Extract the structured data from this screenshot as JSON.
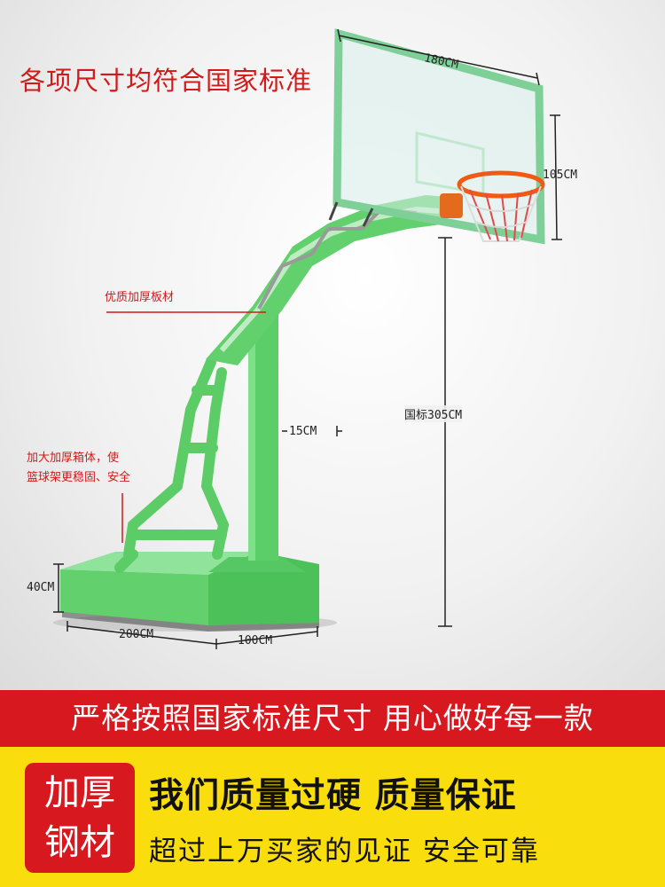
{
  "headline": "各项尺寸均符合国家标准",
  "callouts": {
    "board_material": "优质加厚板材",
    "box_line1": "加大加厚箱体，使",
    "box_line2": "篮球架更稳固、安全"
  },
  "dimensions": {
    "backboard_width": "180CM",
    "backboard_height": "105CM",
    "rim_height": "国标305CM",
    "pole_width": "15CM",
    "base_height": "40CM",
    "base_length": "200CM",
    "base_width": "100CM"
  },
  "banner": "严格按照国家标准尺寸 用心做好每一款",
  "badge": {
    "line1": "加厚",
    "line2": "钢材"
  },
  "slogan": {
    "line1": "我们质量过硬 质量保证",
    "line2": "超过上万买家的见证  安全可靠"
  },
  "colors": {
    "frame_green": "#5fd06a",
    "accent_red": "#d7181f",
    "footer_yellow": "#f9dd0c",
    "rim_orange": "#f05a14"
  }
}
